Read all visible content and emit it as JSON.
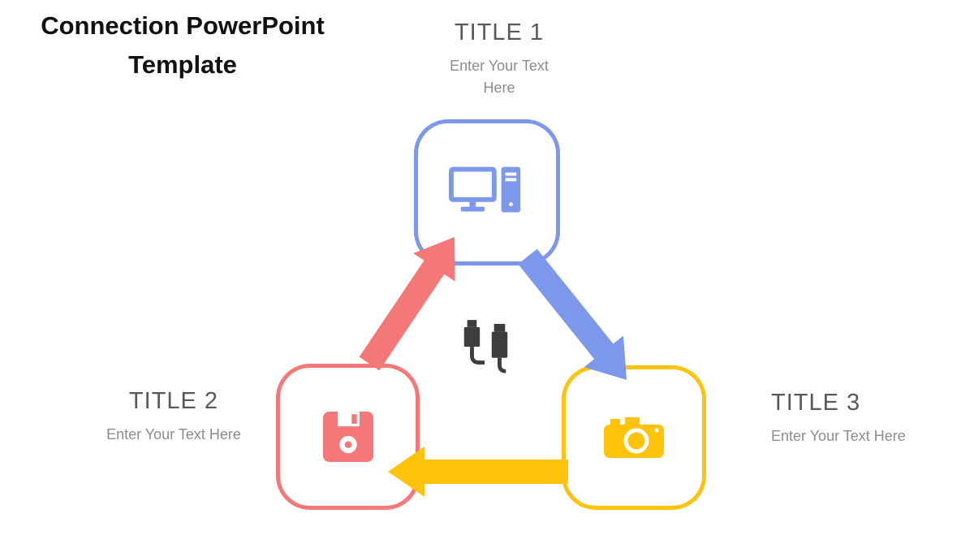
{
  "slide": {
    "title_line1": "Connection PowerPoint",
    "title_line2": "Template"
  },
  "nodes": [
    {
      "title": "TITLE 1",
      "subtitle_line1": "Enter Your Text",
      "subtitle_line2": "Here",
      "icon": "computer-icon"
    },
    {
      "title": "TITLE 2",
      "subtitle": "Enter Your Text Here",
      "icon": "floppy-disk-icon"
    },
    {
      "title": "TITLE 3",
      "subtitle": "Enter Your Text Here",
      "icon": "camera-icon"
    }
  ],
  "center_icon": "usb-cable-icon",
  "colors": {
    "blue": "#7D97EA",
    "red": "#F57878",
    "yellow": "#FFC30B",
    "dark": "#3D3D3D",
    "title_gray": "#595959",
    "subtitle_gray": "#8C8C8C",
    "heading": "#111111"
  }
}
